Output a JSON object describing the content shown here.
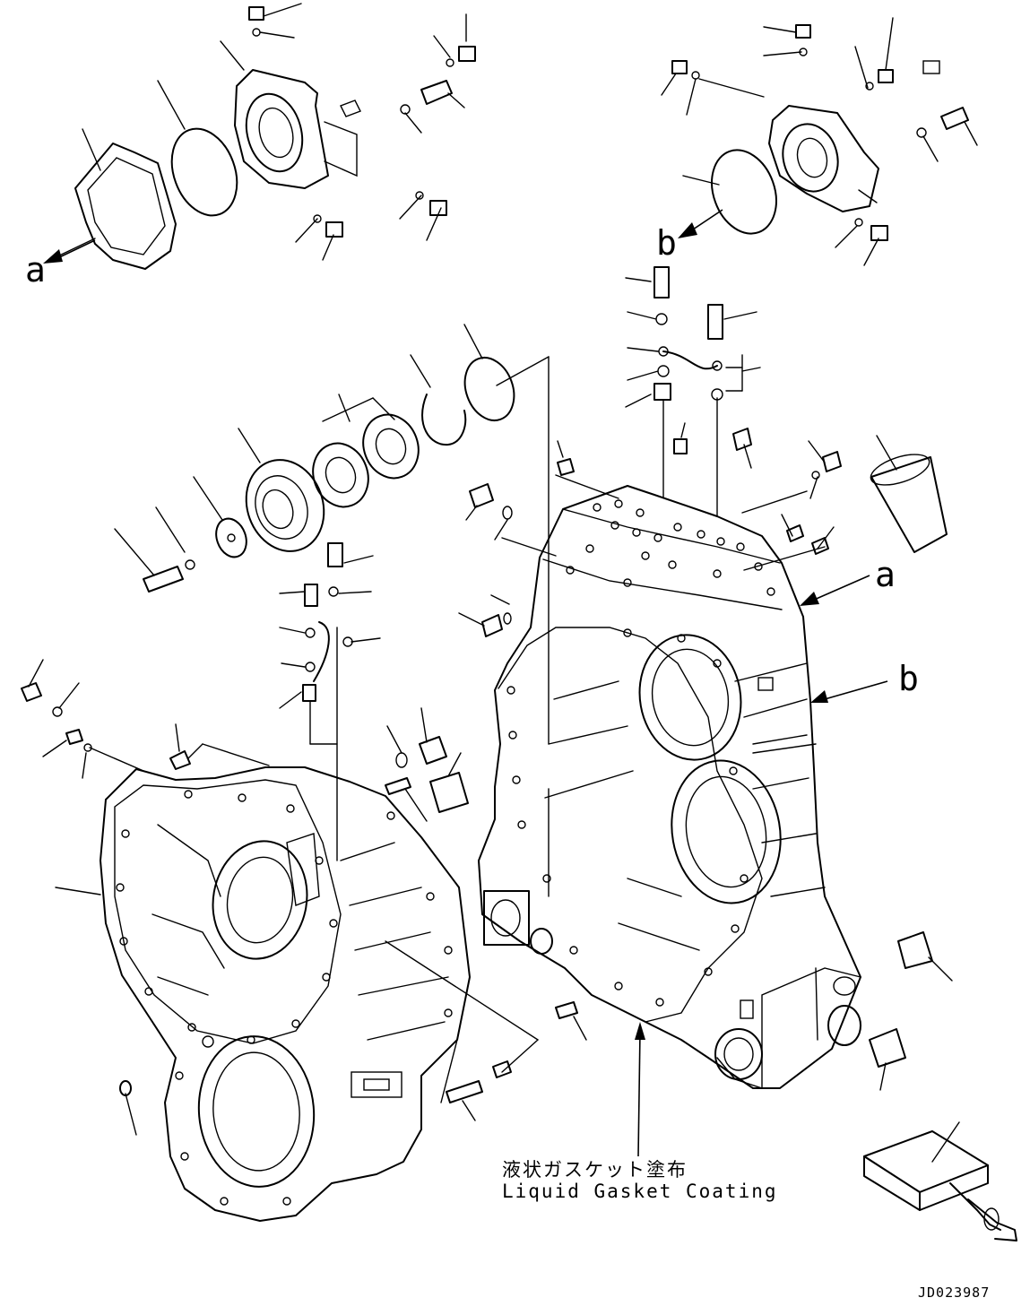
{
  "diagram": {
    "reference_labels": {
      "a": "a",
      "b": "b"
    },
    "note": {
      "japanese": "液状ガスケット塗布",
      "english": "Liquid Gasket Coating"
    },
    "drawing_code": "JD023987"
  }
}
